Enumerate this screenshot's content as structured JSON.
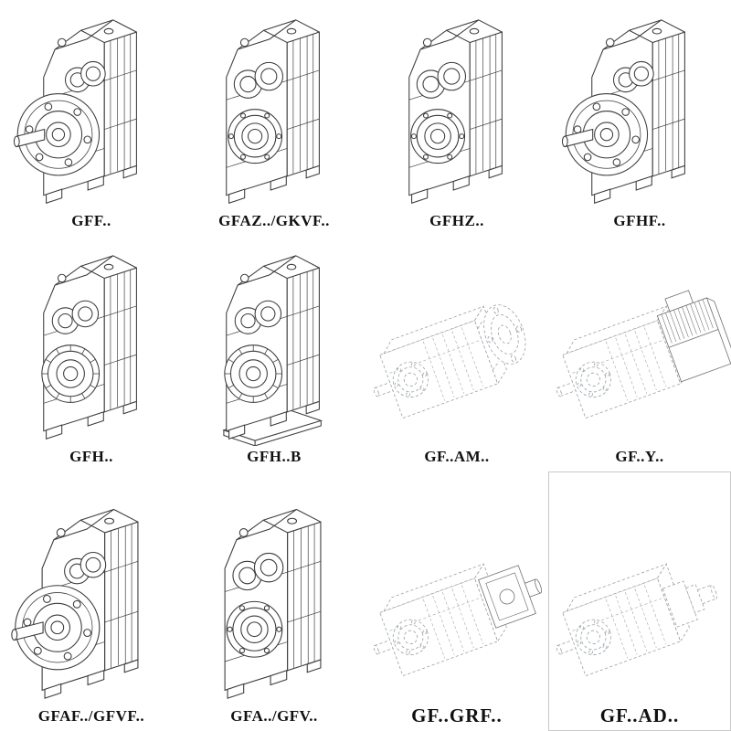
{
  "style": {
    "background": "#ffffff",
    "solid_line_color": "#3b3b3b",
    "phantom_line_color": "#9aa0a6",
    "label_color": "#111111"
  },
  "catalog": {
    "items": [
      {
        "label": "GFF..",
        "variant": "gearbox-flange-mounted-solid"
      },
      {
        "label": "GFAZ../GKVF..",
        "variant": "gearbox-shaft-mounted-solid"
      },
      {
        "label": "GFHZ..",
        "variant": "gearbox-hollow-shaft-solid"
      },
      {
        "label": "GFHF..",
        "variant": "gearbox-flange-mounted-solid"
      },
      {
        "label": "GFH..",
        "variant": "gearbox-hollow-shaft-solid"
      },
      {
        "label": "GFH..B",
        "variant": "gearbox-hollow-shaft-base-solid"
      },
      {
        "label": "GF..AM..",
        "variant": "gearbox-phantom-with-input-flange-adapter"
      },
      {
        "label": "GF..Y..",
        "variant": "gearbox-phantom-with-mounted-motor"
      },
      {
        "label": "GFAF../GFVF..",
        "variant": "gearbox-flange-mounted-solid"
      },
      {
        "label": "GFA../GFV..",
        "variant": "gearbox-shaft-mounted-solid"
      },
      {
        "label": "GF..GRF..",
        "variant": "gearbox-phantom-with-gear-adapter"
      },
      {
        "label": "GF..AD..",
        "variant": "gearbox-phantom-with-input-shaft-adapter"
      }
    ]
  }
}
